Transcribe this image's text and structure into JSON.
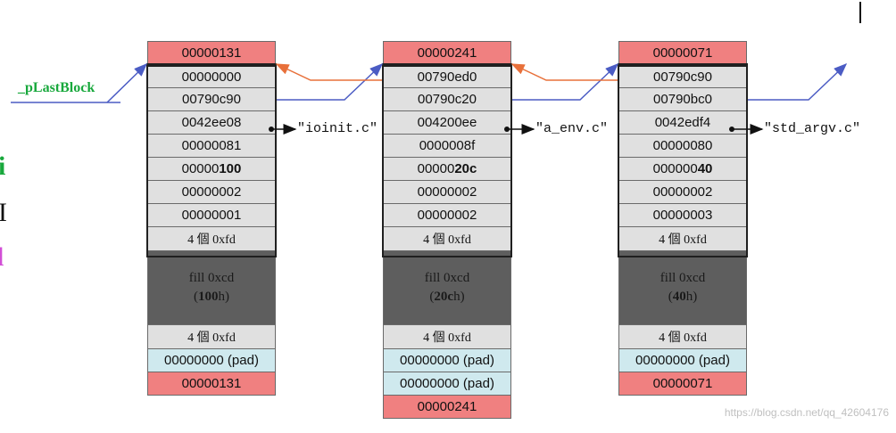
{
  "pointer_label": "_pLastBlock",
  "left_fragments": {
    "frag1": "i",
    "frag2": "I",
    "frag3": "l"
  },
  "fill_char_label": "4 個 0xfd",
  "pad_label": "00000000 (pad)",
  "blocks": [
    {
      "header": "00000131",
      "words": [
        "00000000",
        "00790c90",
        "0042ee08",
        "00000081",
        "00000",
        "00000002",
        "00000001"
      ],
      "size_plain": "00000",
      "size_bold": "100",
      "fill_line1": "fill 0xcd",
      "fill_size_bold": "100",
      "fill_size_suffix": "h",
      "pad_count": 1,
      "footer": "00000131",
      "filename": "\"ioinit.c\""
    },
    {
      "header": "00000241",
      "words": [
        "00790ed0",
        "00790c20",
        "004200ee",
        "0000008f",
        "00000",
        "00000002",
        "00000002"
      ],
      "size_plain": "00000",
      "size_bold": "20c",
      "fill_line1": "fill 0xcd",
      "fill_size_bold": "20c",
      "fill_size_suffix": "h",
      "pad_count": 2,
      "footer": "00000241",
      "filename": "\"a_env.c\""
    },
    {
      "header": "00000071",
      "words": [
        "00790c90",
        "00790bc0",
        "0042edf4",
        "00000080",
        "000000",
        "00000002",
        "00000003"
      ],
      "size_plain": "000000",
      "size_bold": "40",
      "fill_line1": "fill 0xcd",
      "fill_size_bold": "40",
      "fill_size_suffix": "h",
      "pad_count": 1,
      "footer": "00000071",
      "filename": "\"std_argv.c\""
    }
  ],
  "watermark": "https://blog.csdn.net/qq_42604176",
  "colors": {
    "header_red": "#f08080",
    "word_gray": "#e0e0e0",
    "fill_dark": "#5e5e5e",
    "pad_cyan": "#cfe9ee",
    "arrow_blue": "#4b5cc4",
    "arrow_orange": "#e8703a",
    "label_green": "#18a83c",
    "frag_magenta": "#d24fd6"
  }
}
